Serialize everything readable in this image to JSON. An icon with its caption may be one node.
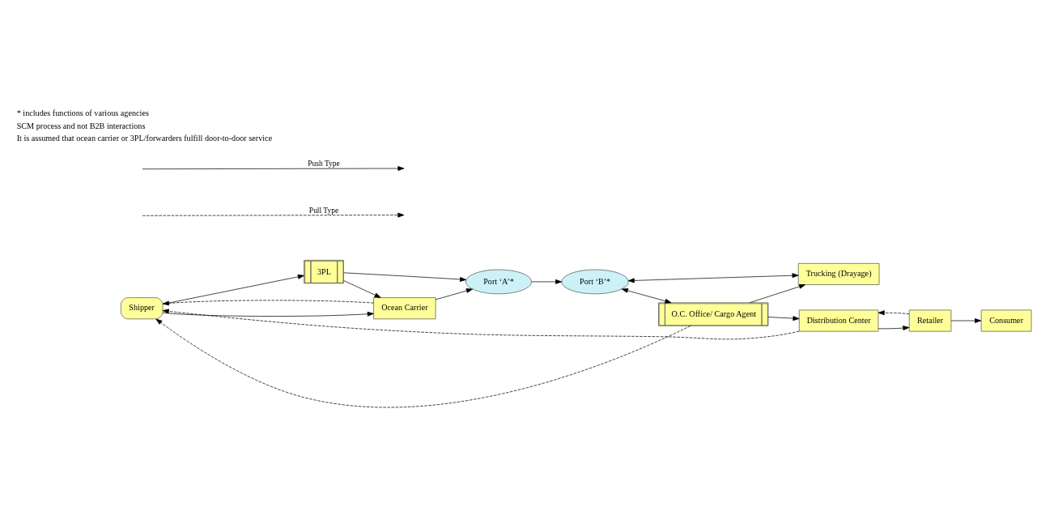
{
  "diagram": {
    "nodes": [
      {
        "text": [
          "3PL"
        ]
      },
      {
        "text": [
          "Trucking (Drayage)"
        ]
      },
      {
        "text": [
          "Shipper"
        ]
      },
      {
        "text": [
          "Port ‘A’*"
        ]
      },
      {
        "text": [
          "Distribution Center"
        ]
      },
      {
        "text": [
          "Port ‘B’*"
        ]
      },
      {
        "text": [
          "Retailer"
        ]
      },
      {
        "text": [
          "Consumer"
        ]
      },
      {
        "text": [
          "Ocean Carrier"
        ]
      },
      {
        "text": [
          "O.C. Office/ Cargo Agent"
        ]
      }
    ],
    "edges": [
      {
        "from": 2,
        "to": 0,
        "arrow": "to"
      },
      {
        "from": 2,
        "to": 8,
        "arrow": "to"
      },
      {
        "from": 0,
        "to": 8,
        "arrow": "to"
      },
      {
        "from": 0,
        "to": 3,
        "arrow": "to"
      },
      {
        "from": 8,
        "to": 3,
        "arrow": "to"
      },
      {
        "from": 8,
        "to": 2,
        "arrow": "to",
        "style": "dashed"
      },
      {
        "from": 3,
        "to": 5,
        "arrow": "to"
      },
      {
        "from": 1,
        "to": 5,
        "arrow": "both"
      },
      {
        "from": 5,
        "to": 9,
        "arrow": "both"
      },
      {
        "from": 9,
        "to": 1,
        "arrow": "to"
      },
      {
        "from": 9,
        "to": 4,
        "arrow": "to"
      },
      {
        "from": 9,
        "to": 2,
        "arrow": "to",
        "style": "dashed"
      },
      {
        "from": 4,
        "to": 2,
        "arrow": "to",
        "style": "dashed"
      },
      {
        "from": 4,
        "to": 6,
        "arrow": "to"
      },
      {
        "from": 6,
        "to": 4,
        "arrow": "to",
        "style": "dashed"
      },
      {
        "from": 6,
        "to": 7,
        "arrow": "to"
      }
    ],
    "labels": [
      "* includes functions of various agencies",
      "SCM process and not B2B interactions",
      "It is assumed that ocean carrier or 3PL/forwarders fulfill door-to-door service"
    ],
    "legend": [
      {
        "text": "Push Type"
      },
      {
        "text": "Pull Type"
      }
    ]
  }
}
